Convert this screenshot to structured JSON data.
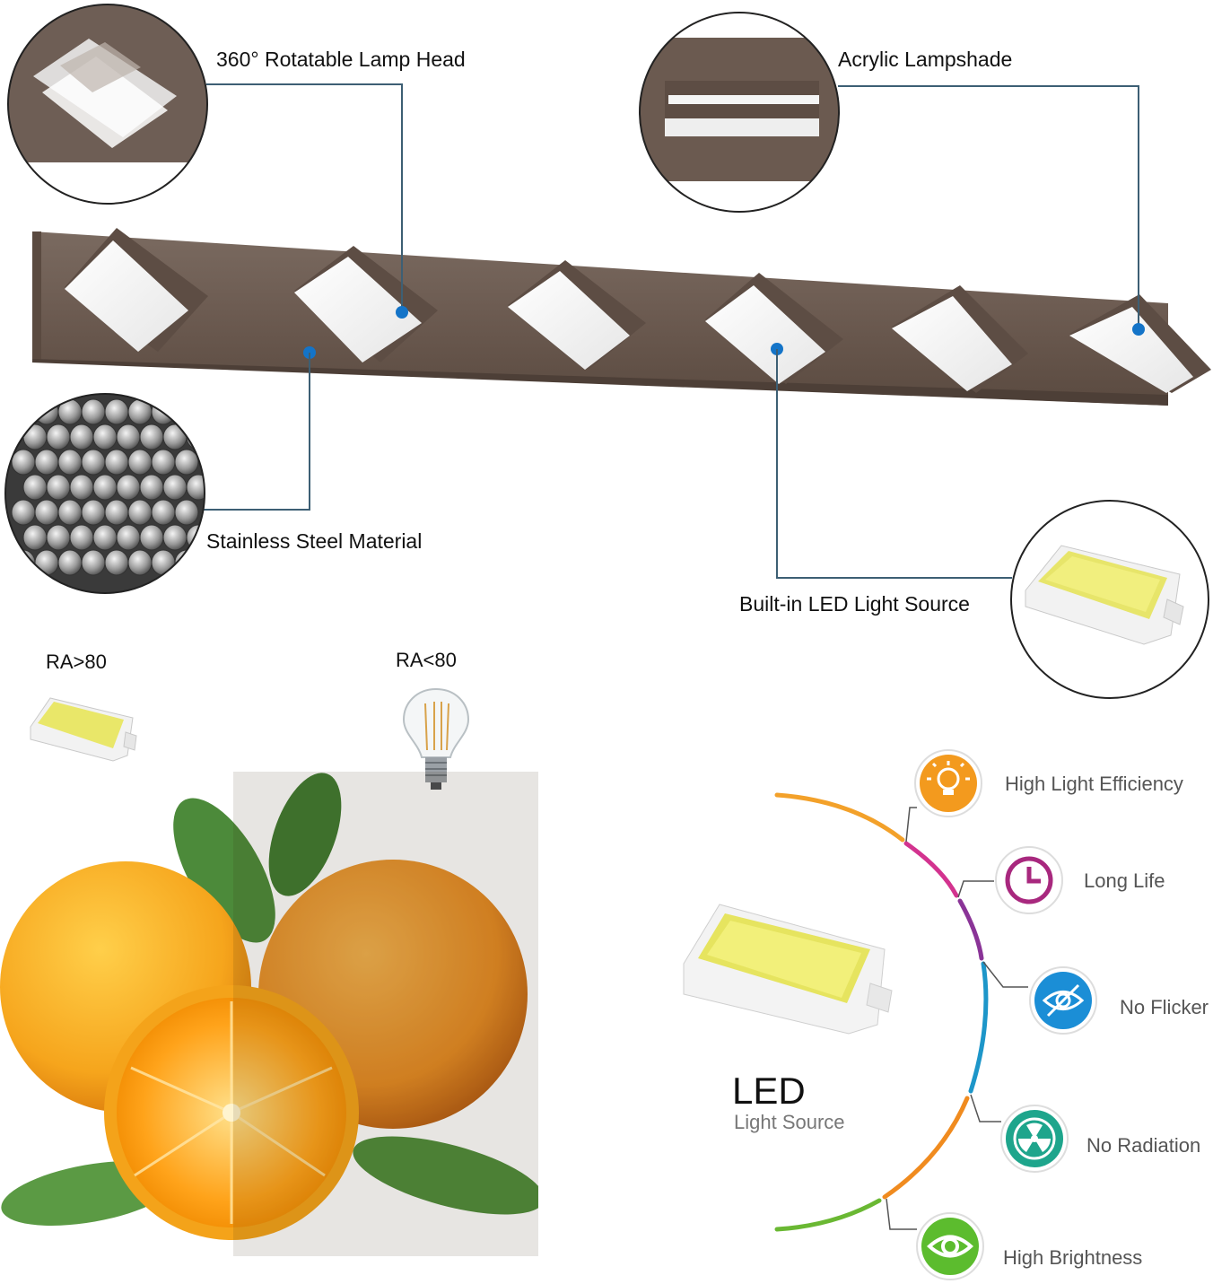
{
  "callouts": {
    "rotatable": "360° Rotatable Lamp Head",
    "lampshade": "Acrylic Lampshade",
    "steel": "Stainless Steel Material",
    "led_source": "Built-in LED Light Source"
  },
  "comparison": {
    "good": "RA>80",
    "bad": "RA<80"
  },
  "led": {
    "title": "LED",
    "subtitle": "Light Source"
  },
  "features": [
    {
      "label": "High Light Efficiency",
      "icon": "lightbulb-icon",
      "color": "#f39a1e"
    },
    {
      "label": "Long Life",
      "icon": "clock-icon",
      "color": "#b4297f"
    },
    {
      "label": "No Flicker",
      "icon": "eye-slash-icon",
      "color": "#1b8ed6"
    },
    {
      "label": "No Radiation",
      "icon": "radiation-icon",
      "color": "#1ea58c"
    },
    {
      "label": "High Brightness",
      "icon": "eye-icon",
      "color": "#5cbc2e"
    }
  ],
  "colors": {
    "wood": "#6b5a50",
    "callout_line": "#3d5f74",
    "dot": "#1474c8"
  }
}
